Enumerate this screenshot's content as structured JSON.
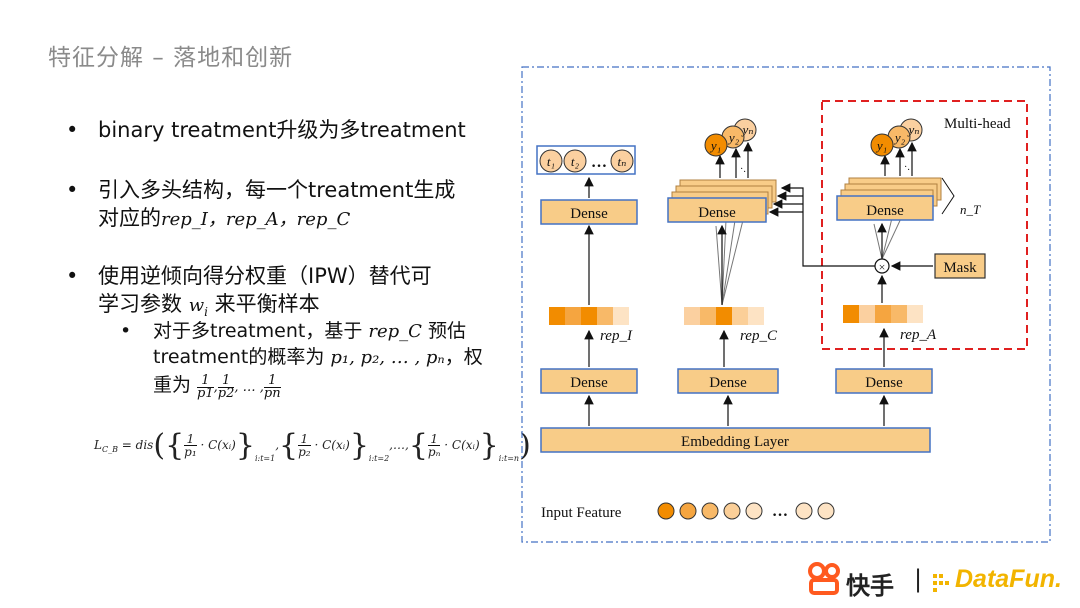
{
  "title": "特征分解 – 落地和创新",
  "bullets": [
    {
      "line1": "binary treatment升级为多treatment"
    },
    {
      "line1": "引入多头结构，每一个treatment生成",
      "line2_prefix": "对应的",
      "line2_math": "rep_I，rep_A，rep_C"
    },
    {
      "line1": "使用逆倾向得分权重（IPW）替代可",
      "line2_prefix": "学习参数 ",
      "line2_math": "w",
      "line2_math_sub": "i",
      "line2_suffix": " 来平衡样本"
    }
  ],
  "sub_bullet": {
    "l1_prefix": "对于多treatment，基于 ",
    "l1_math": "rep_C",
    "l1_suffix": " 预估",
    "l2_prefix": "treatment的概率为 ",
    "l2_math": "p₁, p₂, … , pₙ",
    "l2_suffix": "，权",
    "l3_prefix": "重为 ",
    "fracs": [
      {
        "num": "1",
        "den": "p1"
      },
      {
        "num": "1",
        "den": "p2"
      },
      {
        "num": "1",
        "den": "pn"
      }
    ]
  },
  "formula": {
    "lhs": "L",
    "lhs_sub": "C_B",
    "eq": " = dis",
    "terms": [
      {
        "num": "1",
        "den": "p₁",
        "body": "· C(xᵢ)",
        "sub": "i:t=1"
      },
      {
        "num": "1",
        "den": "p₂",
        "body": "· C(xᵢ)",
        "sub": "i:t=2"
      },
      {
        "num": "1",
        "den": "pₙ",
        "body": "· C(xᵢ)",
        "sub": "i:t=n"
      }
    ],
    "ellipsis": ",…,"
  },
  "diagram": {
    "input_feature": "Input Feature",
    "embedding": "Embedding Layer",
    "dense": "Dense",
    "rep_i": "rep_I",
    "rep_c": "rep_C",
    "rep_a": "rep_A",
    "mask": "Mask",
    "multi_head": "Multi-head",
    "n_t": "n_T",
    "t1": "t₁",
    "t2": "t₂",
    "tn": "tₙ",
    "y1": "y₁",
    "y2": "y₂",
    "yn": "yₙ",
    "dots": "…",
    "vdots": "·.",
    "times": "×",
    "colors": {
      "box_fill": "#f8cc88",
      "box_stroke": "#4472c4",
      "dash_red": "#e02020",
      "dash_blue": "#4472c4",
      "orange": "#f28c00",
      "light_orange": "#fbd9b0"
    }
  },
  "logos": {
    "kuaishou": "快手",
    "separator": "|",
    "datafun": "DataFun."
  }
}
